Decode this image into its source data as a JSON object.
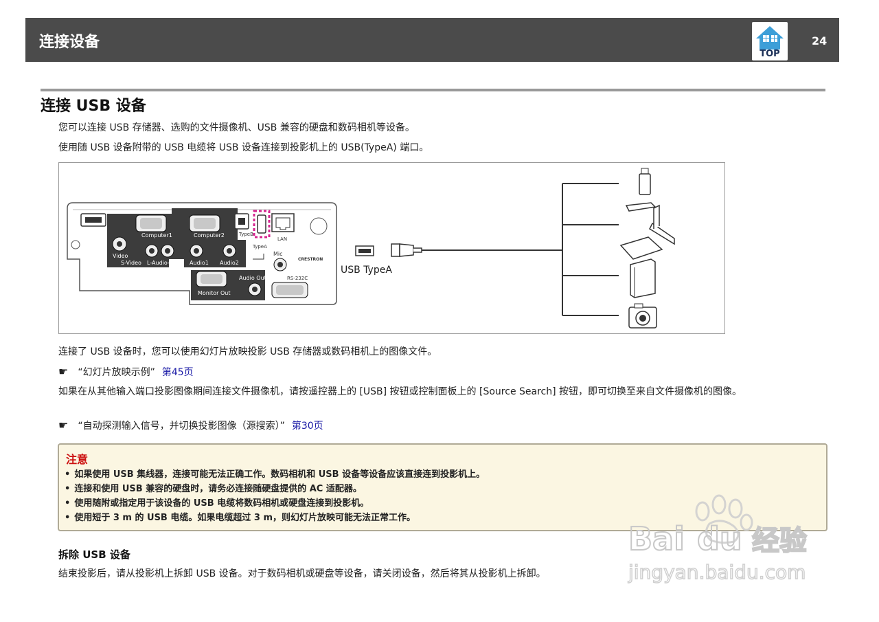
{
  "header": {
    "title": "连接设备",
    "top_label": "TOP",
    "page_number": "24"
  },
  "section": {
    "title": "连接 USB 设备",
    "intro1": "您可以连接 USB 存储器、选购的文件摄像机、USB 兼容的硬盘和数码相机等设备。",
    "intro2": "使用随 USB 设备附带的 USB 电缆将 USB 设备连接到投影机上的 USB(TypeA) 端口。"
  },
  "figure": {
    "port_labels": {
      "computer1": "Computer1",
      "computer2": "Computer2",
      "typeb": "TypeB",
      "typea": "TypeA",
      "lan": "LAN",
      "video": "Video",
      "svideo": "S-Video",
      "laudior": "L-Audio-R",
      "audio1": "Audio1",
      "audio2": "Audio2",
      "mic": "Mic",
      "crestron": "CRESTRON",
      "audio_out": "Audio Out",
      "rs232c": "RS-232C",
      "monitor_out": "Monitor Out"
    },
    "cable_label": "USB TypeA"
  },
  "body": {
    "para_slideshow": "连接了 USB 设备时，您可以使用幻灯片放映投影 USB 存储器或数码相机上的图像文件。",
    "ref1_text": "“幻灯片放映示例”",
    "ref1_page": "第45页",
    "para_camera": "如果在从其他输入端口投影图像期间连接文件摄像机，请按遥控器上的 [USB] 按钮或控制面板上的 [Source Search] 按钮，即可切换至来自文件摄像机的图像。",
    "ref2_text": "“自动探测输入信号，并切换投影图像（源搜索）”",
    "ref2_page": "第30页",
    "ref_symbol": "☛"
  },
  "caution": {
    "title": "注意",
    "items": [
      "如果使用 USB 集线器，连接可能无法正确工作。数码相机和 USB 设备等设备应该直接连到投影机上。",
      "连接和使用 USB 兼容的硬盘时，请务必连接随硬盘提供的 AC 适配器。",
      "使用随附或指定用于该设备的 USB 电缆将数码相机或硬盘连接到投影机。",
      "使用短于 3 m 的 USB 电缆。如果电缆超过 3 m，则幻灯片放映可能无法正常工作。"
    ]
  },
  "removal": {
    "title": "拆除 USB 设备",
    "text": "结束投影后，请从投影机上拆卸 USB 设备。对于数码相机或硬盘等设备，请关闭设备，然后将其从投影机上拆卸。"
  },
  "watermark": {
    "brand": "Bai",
    "brand_du": "du",
    "brand_cn": "经验",
    "url": "jingyan.baidu.com"
  },
  "colors": {
    "header_bg": "#4b4b4b",
    "caution_title": "#cc1111",
    "link": "#1a1aa6",
    "highlight_port": "#d6248f"
  }
}
